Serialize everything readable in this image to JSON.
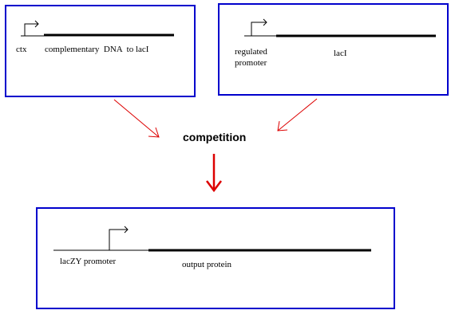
{
  "colors": {
    "box_border": "#0000cc",
    "arrow": "#dd0000",
    "line": "#000000"
  },
  "box_top_left": {
    "promoter_label": "ctx",
    "gene_label": "complementary  DNA  to lacI"
  },
  "box_top_right": {
    "promoter_label_line1": "regulated",
    "promoter_label_line2": "promoter",
    "gene_label": "lacI"
  },
  "center_label": "competition",
  "box_bottom": {
    "promoter_label": "lacZY promoter",
    "gene_label": "output protein"
  }
}
